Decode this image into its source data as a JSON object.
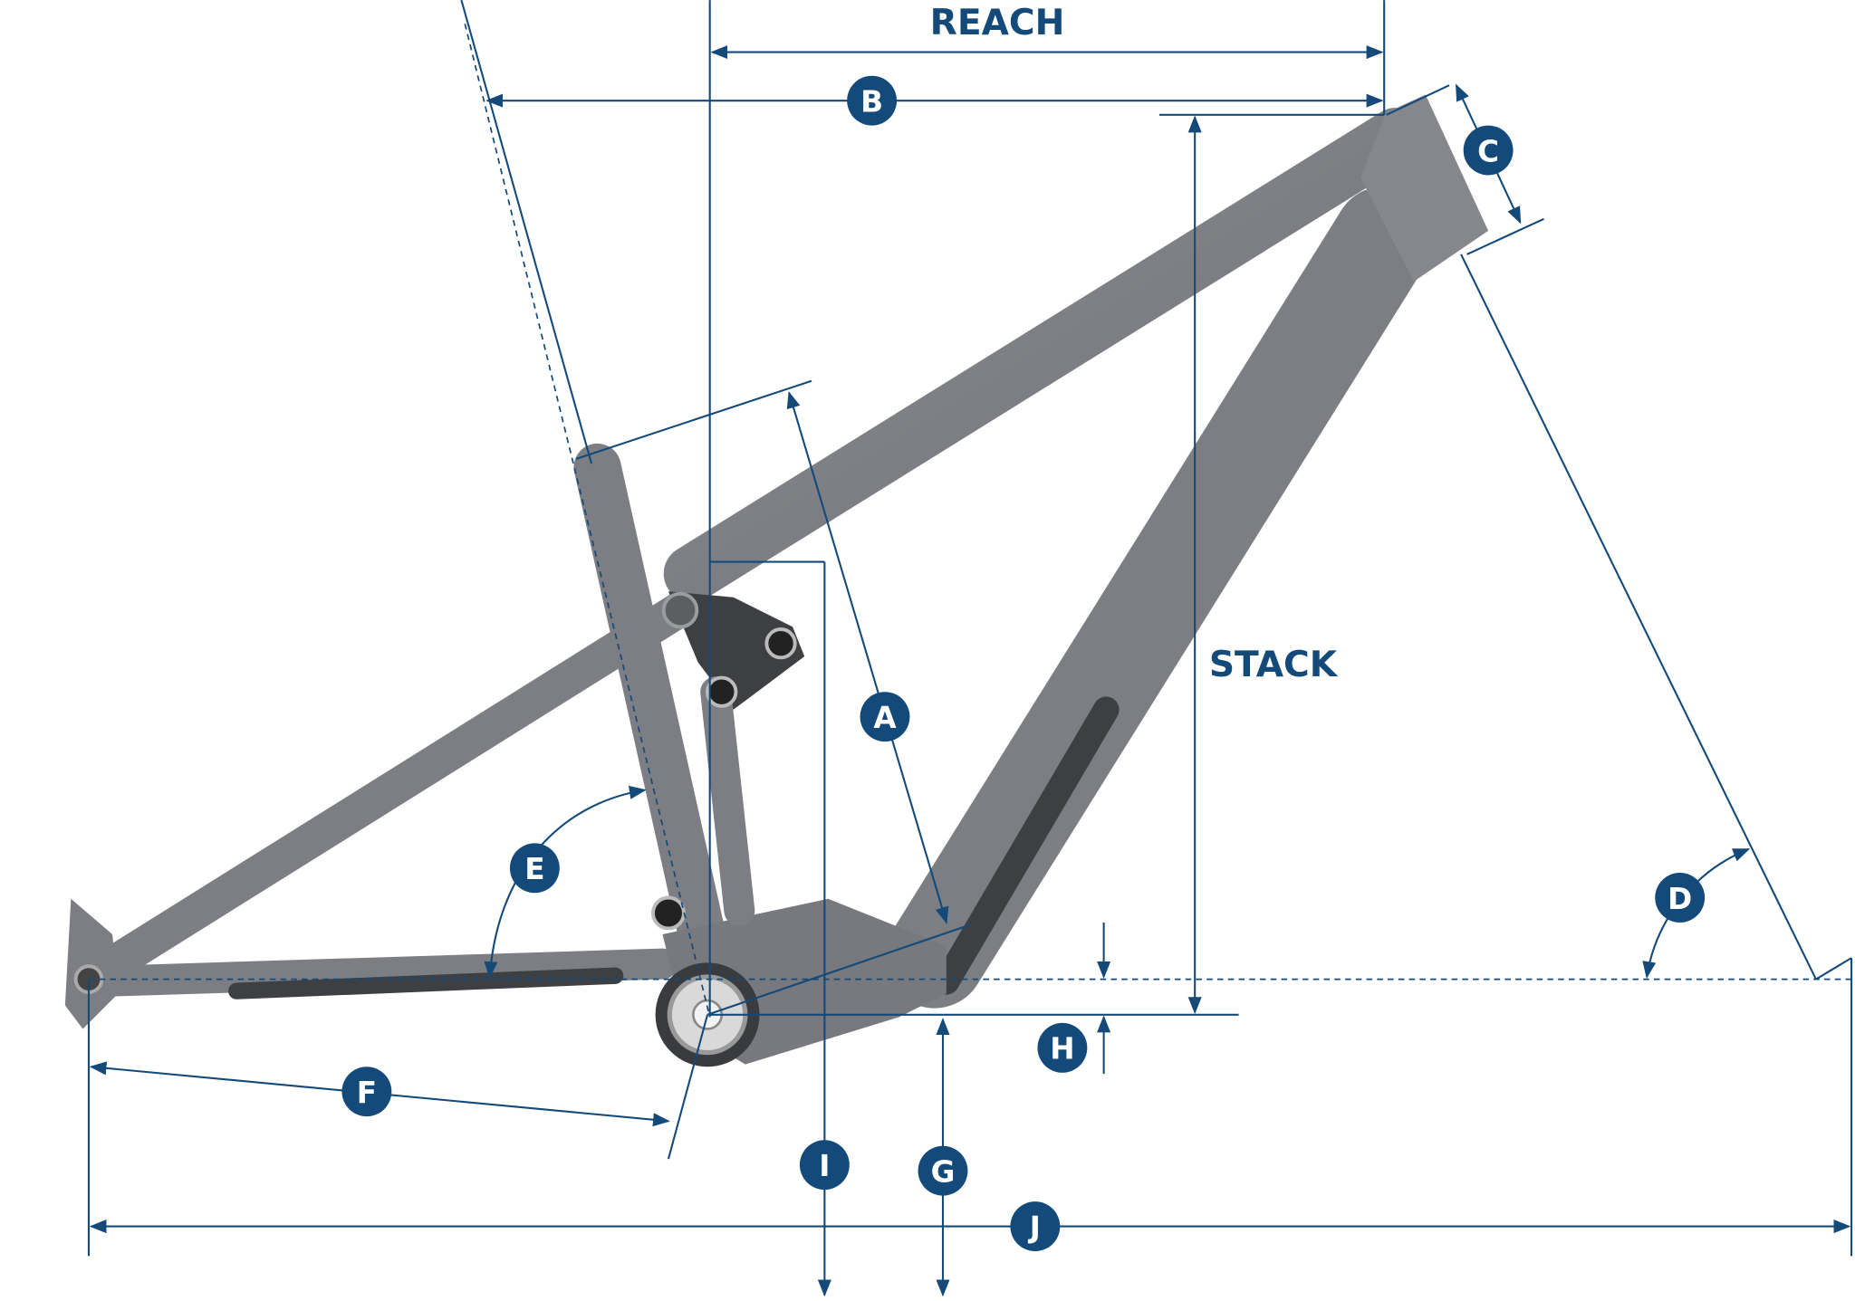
{
  "diagram": {
    "title_words": {
      "reach": "REACH",
      "stack": "STACK"
    },
    "labels": {
      "a": "A",
      "b": "B",
      "c": "C",
      "d": "D",
      "e": "E",
      "f": "F",
      "g": "G",
      "h": "H",
      "i": "I",
      "j": "J"
    },
    "colors": {
      "dimension": "#134a7a",
      "frame": "#7c7e83",
      "frame_dark": "#3e3f43"
    }
  }
}
